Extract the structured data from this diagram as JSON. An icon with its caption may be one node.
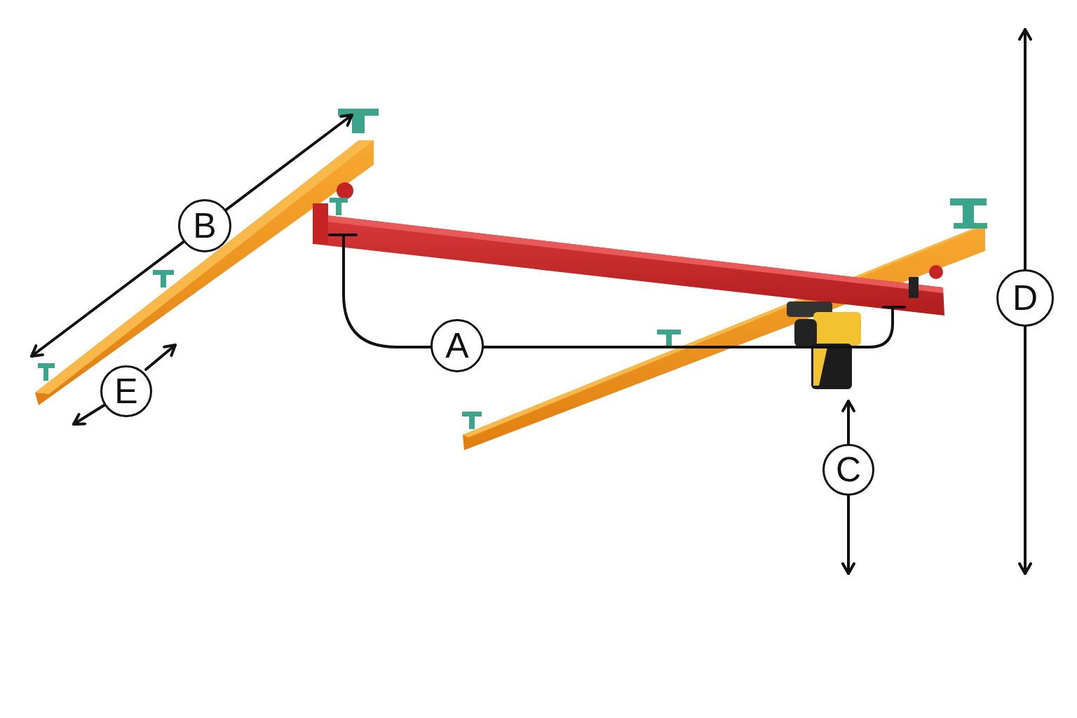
{
  "diagram": {
    "nodes": [
      {
        "text": [
          "B"
        ]
      },
      {
        "text": [
          "D"
        ]
      },
      {
        "text": [
          "A"
        ]
      },
      {
        "text": [
          "E"
        ]
      },
      {
        "text": [
          "C"
        ]
      }
    ]
  }
}
